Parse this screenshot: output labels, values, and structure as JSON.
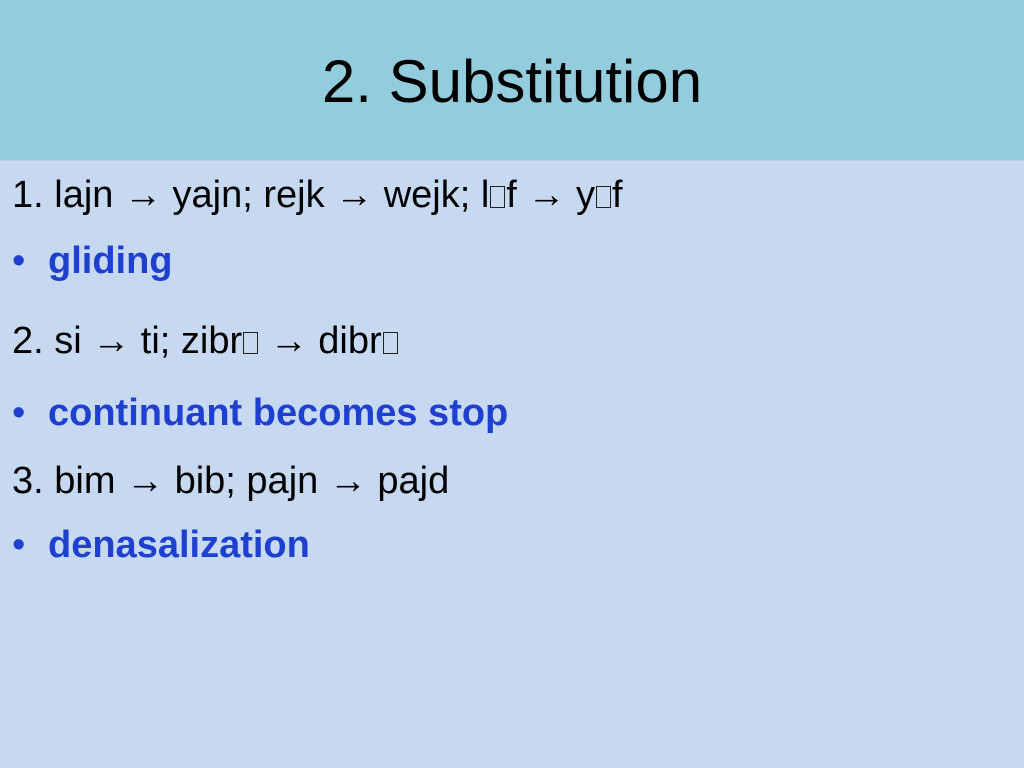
{
  "title": "2. Substitution",
  "colors": {
    "title_bar": "#93cddd",
    "background": "#c6d9f1",
    "bullet_text": "#1f3fd0"
  },
  "items": [
    {
      "kind": "example",
      "text_parts": [
        "1. lajn → yajn; rejk → wejk; l",
        "f → y",
        "f"
      ]
    },
    {
      "kind": "bullet",
      "text": "gliding"
    },
    {
      "kind": "example",
      "text_parts": [
        "2. si → ti;  zibr",
        " → dibr",
        ""
      ]
    },
    {
      "kind": "bullet",
      "text": "continuant becomes stop"
    },
    {
      "kind": "example",
      "text": "3. bim → bib; pajn → pajd"
    },
    {
      "kind": "bullet",
      "text": "denasalization"
    }
  ],
  "bullet_symbol": "•"
}
